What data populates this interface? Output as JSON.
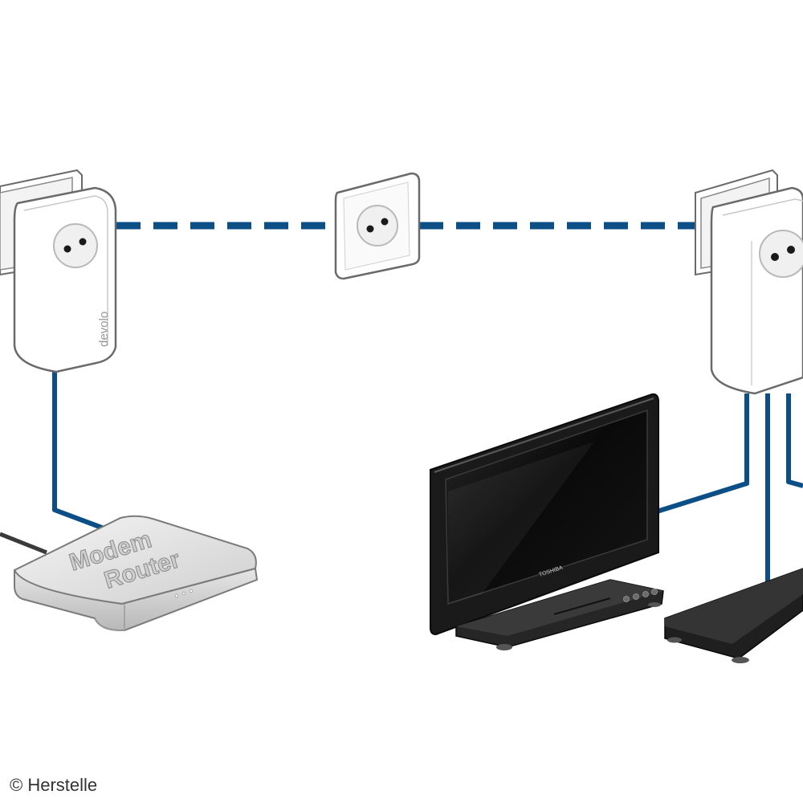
{
  "diagram": {
    "adapter_left": {
      "brand": "devolo"
    },
    "router": {
      "line1": "Modem",
      "line2": "Router"
    },
    "tv": {
      "brand": "TOSHIBA"
    },
    "copyright": "© Herstelle",
    "colors": {
      "cable": "#0b4f86",
      "powerline_dashes": "#0b4f86",
      "adapter_body": "#ffffff",
      "adapter_outline": "#6a6a6a",
      "router_body": "#d8d8d8",
      "tv_body": "#1a1a1a",
      "receiver_body": "#232323"
    }
  }
}
